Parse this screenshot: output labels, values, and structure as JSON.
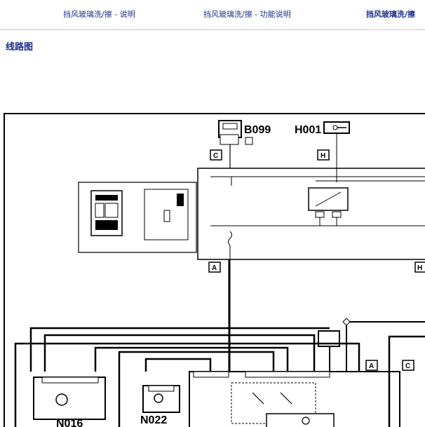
{
  "tabs": [
    {
      "label": "挡风玻璃洗/擦 - 说明"
    },
    {
      "label": "挡风玻璃洗/擦 - 功能说明"
    },
    {
      "label": "挡风玻璃洗/擦"
    }
  ],
  "section": {
    "title": "线路图"
  },
  "diagram": {
    "components": {
      "b099": "B099",
      "h001": "H001",
      "n016": "N016",
      "n022": "N022"
    },
    "connectors": {
      "c1": "C",
      "h1": "H",
      "a1": "A",
      "h2": "H",
      "a2": "A",
      "c2": "C"
    }
  }
}
